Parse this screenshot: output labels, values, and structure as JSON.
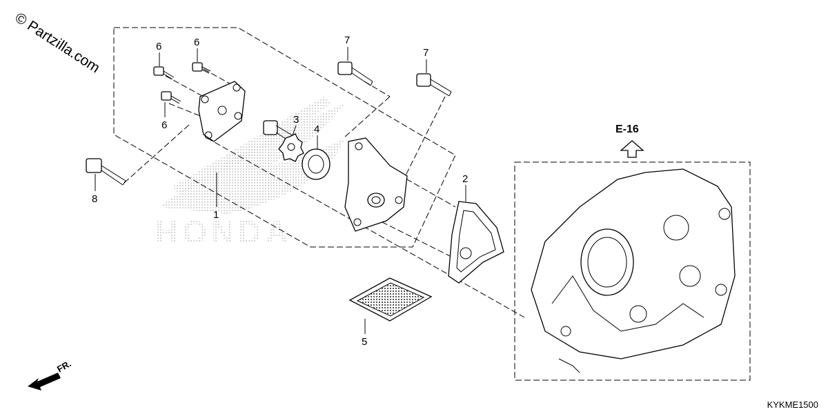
{
  "watermark": "© Partzilla.com",
  "diagram_code": "KYKME1500",
  "background_logo": "HONDA",
  "reference": {
    "label": "E-16"
  },
  "direction": {
    "label": "FR."
  },
  "callouts": [
    {
      "id": "c1",
      "text": "1"
    },
    {
      "id": "c2",
      "text": "2"
    },
    {
      "id": "c3",
      "text": "3"
    },
    {
      "id": "c4",
      "text": "4"
    },
    {
      "id": "c5",
      "text": "5"
    },
    {
      "id": "c6a",
      "text": "6"
    },
    {
      "id": "c6b",
      "text": "6"
    },
    {
      "id": "c6c",
      "text": "6"
    },
    {
      "id": "c7a",
      "text": "7"
    },
    {
      "id": "c7b",
      "text": "7"
    },
    {
      "id": "c8",
      "text": "8"
    }
  ],
  "colors": {
    "ink": "#000000",
    "halftone": "#b5b5b5",
    "background": "#ffffff"
  }
}
